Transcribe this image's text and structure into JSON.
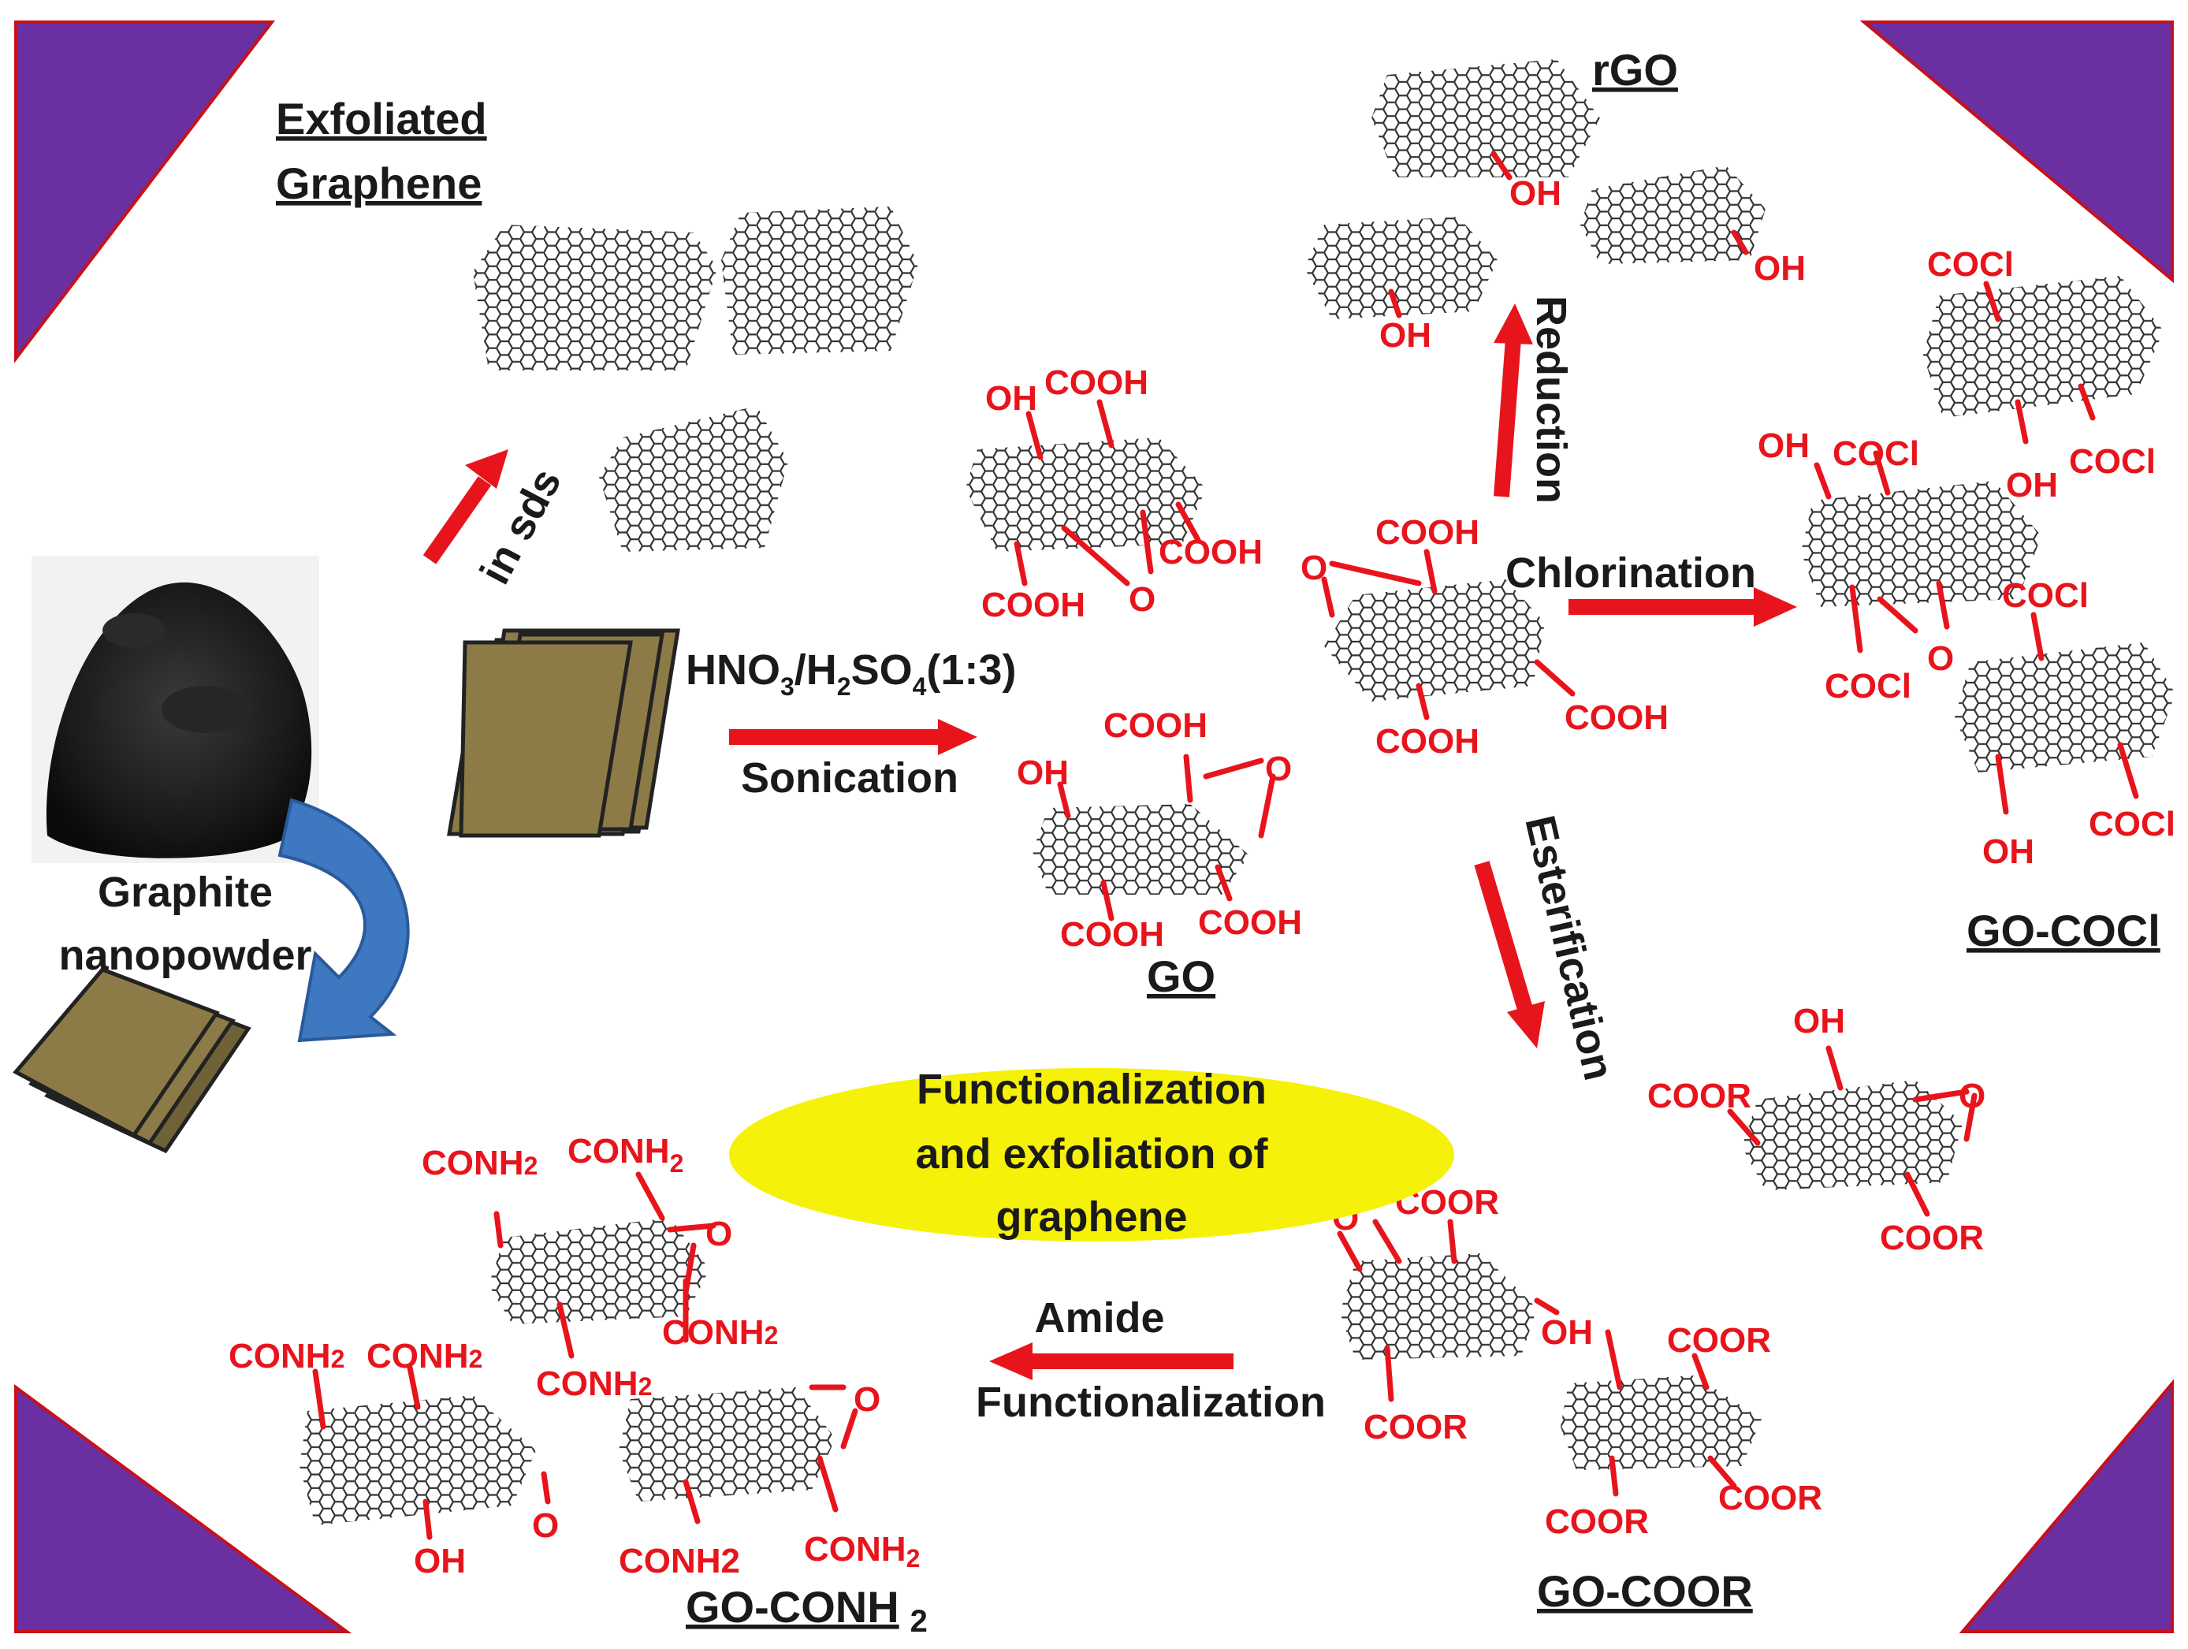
{
  "titles": {
    "exfoliated_1": "Exfoliated",
    "exfoliated_2": "Graphene",
    "rgo": "rGO",
    "go": "GO",
    "go_cocl": "GO-COCl",
    "go_coor": "GO-COOR",
    "go_conh2": "GO-CONH",
    "go_conh2_sub": "2",
    "graphite_1": "Graphite",
    "graphite_2": "nanopowder"
  },
  "steps": {
    "in_sds": "in sds",
    "acid_hno3": "HNO",
    "acid_sub3": "3",
    "acid_h": "/H",
    "acid_sub2": "2",
    "acid_so": "SO",
    "acid_sub4": "4",
    "acid_ratio": "(1:3)",
    "sonication": "Sonication",
    "reduction": "Reduction",
    "chlorination": "Chlorination",
    "esterification": "Esterification",
    "amide_1": "Amide",
    "amide_2": "Functionalization"
  },
  "center": {
    "line1": "Functionalization",
    "line2": "and exfoliation of",
    "line3": "graphene"
  },
  "groups": {
    "oh": "OH",
    "cooh": "COOH",
    "o": "O",
    "cocl": "COCl",
    "coor": "COOR",
    "conh2": "CONH",
    "conh2_alt": "CONH2",
    "sub2": "2"
  },
  "colors": {
    "accent_red": "#e8141c",
    "corner_purple": "#6a2fa0",
    "corner_edge": "#c8101a",
    "sheet_fill": "#8c7b47",
    "ellipse_yellow": "#f6f108",
    "curved_arrow_blue": "#3d78c0",
    "graphite_powder": "#1c1c1c"
  }
}
